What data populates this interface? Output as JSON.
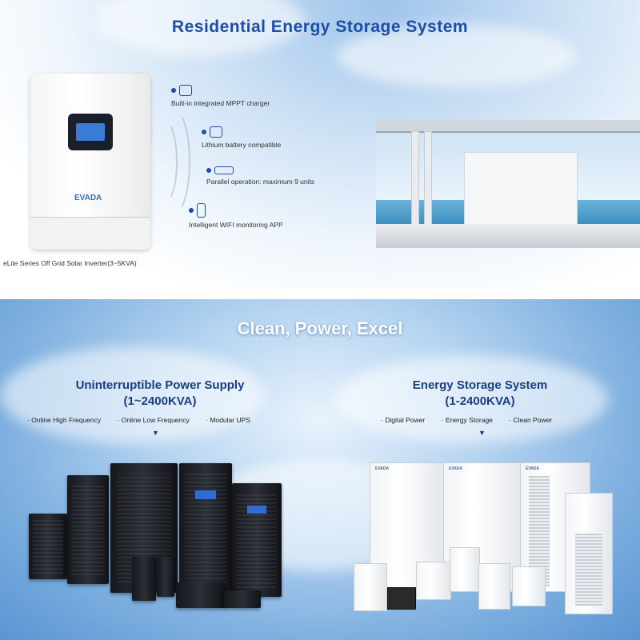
{
  "top": {
    "title": "Residential Energy Storage System",
    "product_brand": "EVADA",
    "product_caption": "eLite Series Off Grid Solar Inverter(3~5KVA)",
    "features": [
      {
        "icon": "plug-icon",
        "label": "Built-in integrated MPPT charger"
      },
      {
        "icon": "battery-icon",
        "label": "Lithium battery compatible"
      },
      {
        "icon": "parallel-icon",
        "label": "Parallel operation: maximum 9 units"
      },
      {
        "icon": "phone-icon",
        "label": "Intelligent WIFI monitoring APP"
      }
    ]
  },
  "bottom": {
    "title": "Clean, Power, Excel",
    "ups": {
      "title": "Uninterruptible Power Supply",
      "range": "(1~2400KVA)",
      "items": [
        "· Online High Frequency",
        "· Online Low Frequency",
        "· Modular UPS"
      ]
    },
    "ess": {
      "title": "Energy Storage System",
      "range": "(1-2400KVA)",
      "items": [
        "· Digital Power",
        "· Energy Storage",
        "· Clean Power"
      ],
      "cabinet_brand": "EVADA"
    },
    "arrow": "▼"
  },
  "colors": {
    "title_blue": "#1c4ea8",
    "subtitle_blue": "#183e86"
  }
}
